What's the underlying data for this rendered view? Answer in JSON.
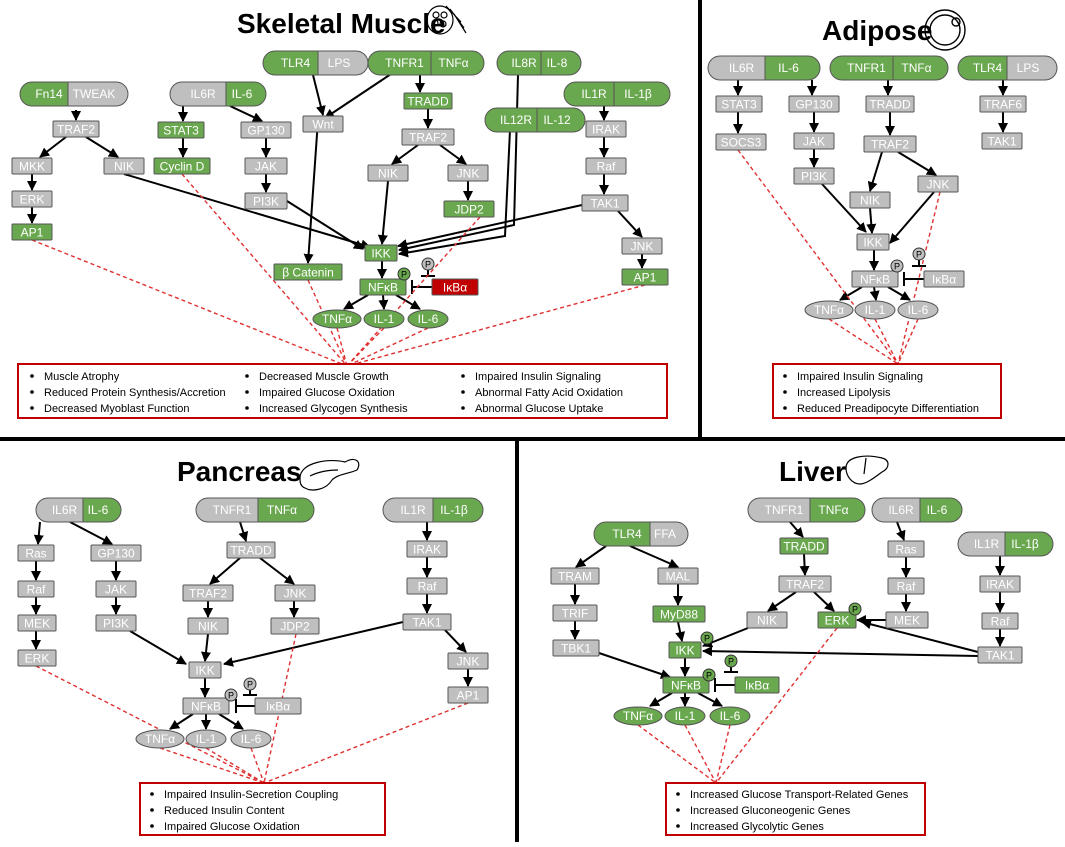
{
  "panels": {
    "skeletal": {
      "title": "Skeletal Muscle",
      "receptors": {
        "fn14": [
          "Fn14",
          "TWEAK"
        ],
        "il6r": [
          "IL6R",
          "IL-6"
        ],
        "tlr4": [
          "TLR4",
          "LPS"
        ],
        "tnfr1": [
          "TNFR1",
          "TNFα"
        ],
        "il8r": [
          "IL8R",
          "IL-8"
        ],
        "il12r": [
          "IL12R",
          "IL-12"
        ],
        "il1r": [
          "IL1R",
          "IL-1β"
        ]
      },
      "nodes": {
        "traf2a": "TRAF2",
        "mkk": "MKK",
        "erk": "ERK",
        "ap1a": "AP1",
        "nik1": "NIK",
        "stat3": "STAT3",
        "cyclind": "Cyclin D",
        "gp130": "GP130",
        "jak": "JAK",
        "pi3k": "PI3K",
        "wnt": "Wnt",
        "bcat": "β Catenin",
        "tradd": "TRADD",
        "traf2b": "TRAF2",
        "nik2": "NIK",
        "jnk1": "JNK",
        "jdp2": "JDP2",
        "irak": "IRAK",
        "raf": "Raf",
        "tak1": "TAK1",
        "jnk2": "JNK",
        "ap1b": "AP1",
        "ikk": "IKK",
        "nfkb": "NFκB",
        "ikba": "IκBα",
        "tnfa": "TNFα",
        "il1": "IL-1",
        "il6": "IL-6"
      },
      "phospho": "P",
      "outcomes": [
        "Muscle Atrophy",
        "Reduced Protein Synthesis/Accretion",
        "Decreased Myoblast Function",
        "Decreased Muscle Growth",
        "Impaired Glucose Oxidation",
        "Increased Glycogen Synthesis",
        "Impaired Insulin Signaling",
        "Abnormal Fatty Acid Oxidation",
        "Abnormal Glucose Uptake"
      ]
    },
    "adipose": {
      "title": "Adipose",
      "receptors": {
        "il6r": [
          "IL6R",
          "IL-6"
        ],
        "tnfr1": [
          "TNFR1",
          "TNFα"
        ],
        "tlr4": [
          "TLR4",
          "LPS"
        ]
      },
      "nodes": {
        "stat3": "STAT3",
        "socs3": "SOCS3",
        "gp130": "GP130",
        "jak": "JAK",
        "pi3k": "PI3K",
        "tradd": "TRADD",
        "traf2": "TRAF2",
        "nik": "NIK",
        "jnk": "JNK",
        "traf6": "TRAF6",
        "tak1": "TAK1",
        "ikk": "IKK",
        "nfkb": "NFκB",
        "ikba": "IκBα",
        "tnfa": "TNFα",
        "il1": "IL-1",
        "il6": "IL-6"
      },
      "phospho": "P",
      "outcomes": [
        "Impaired Insulin Signaling",
        "Increased Lipolysis",
        "Reduced Preadipocyte Differentiation"
      ]
    },
    "pancreas": {
      "title": "Pancreas",
      "receptors": {
        "il6r": [
          "IL6R",
          "IL-6"
        ],
        "tnfr1": [
          "TNFR1",
          "TNFα"
        ],
        "il1r": [
          "IL1R",
          "IL-1β"
        ]
      },
      "nodes": {
        "ras": "Ras",
        "raf1": "Raf",
        "mek": "MEK",
        "erk": "ERK",
        "gp130": "GP130",
        "jak": "JAK",
        "pi3k": "PI3K",
        "tradd": "TRADD",
        "traf2": "TRAF2",
        "nik": "NIK",
        "jnk1": "JNK",
        "jdp2": "JDP2",
        "irak": "IRAK",
        "raf2": "Raf",
        "tak1": "TAK1",
        "jnk2": "JNK",
        "ap1": "AP1",
        "ikk": "IKK",
        "nfkb": "NFκB",
        "ikba": "IκBα",
        "tnfa": "TNFα",
        "il1": "IL-1",
        "il6": "IL-6"
      },
      "phospho": "P",
      "outcomes": [
        "Impaired Insulin-Secretion Coupling",
        "Reduced Insulin Content",
        "Impaired Glucose Oxidation"
      ]
    },
    "liver": {
      "title": "Liver",
      "receptors": {
        "tlr4": [
          "TLR4",
          "FFA"
        ],
        "tnfr1": [
          "TNFR1",
          "TNFα"
        ],
        "il6r": [
          "IL6R",
          "IL-6"
        ],
        "il1r": [
          "IL1R",
          "IL-1β"
        ]
      },
      "nodes": {
        "tram": "TRAM",
        "trif": "TRIF",
        "tbk1": "TBK1",
        "mal": "MAL",
        "myd88": "MyD88",
        "tradd": "TRADD",
        "traf2": "TRAF2",
        "nik": "NIK",
        "erk": "ERK",
        "ras": "Ras",
        "raf1": "Raf",
        "mek": "MEK",
        "irak": "IRAK",
        "raf2": "Raf",
        "tak1": "TAK1",
        "ikk": "IKK",
        "nfkb": "NFκB",
        "ikba": "IκBα",
        "tnfa": "TNFα",
        "il1": "IL-1",
        "il6": "IL-6"
      },
      "phospho": "P",
      "outcomes": [
        "Increased Glucose Transport-Related Genes",
        "Increased Gluconeogenic Genes",
        "Increased Glycolytic Genes"
      ]
    }
  },
  "colors": {
    "green": "#6aa84f",
    "gray": "#bfbfbf",
    "red": "#c00000",
    "dashed": "#e03030"
  }
}
